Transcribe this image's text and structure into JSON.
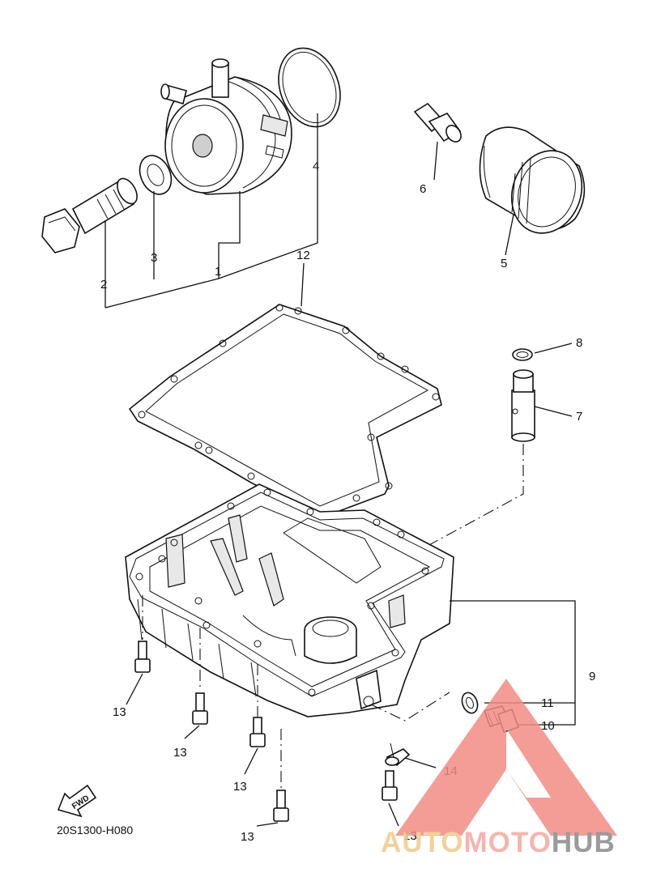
{
  "diagram": {
    "code": "20S1300-H080",
    "fwd_label": "FWD",
    "labels": {
      "p1": "1",
      "p2": "2",
      "p3": "3",
      "p4": "4",
      "p5": "5",
      "p6": "6",
      "p7": "7",
      "p8": "8",
      "p9": "9",
      "p10": "10",
      "p11": "11",
      "p12": "12",
      "p13a": "13",
      "p13b": "13",
      "p13c": "13",
      "p13d": "13",
      "p13e": "13",
      "p14": "14"
    }
  },
  "watermark": {
    "part1": "AUTO",
    "part2": "MOTO",
    "part3": "HUB",
    "colors": {
      "auto": "#f2c98a",
      "moto": "#f6a7a0",
      "hub": "#8a8a8a",
      "triangle": "#f28c84"
    }
  }
}
